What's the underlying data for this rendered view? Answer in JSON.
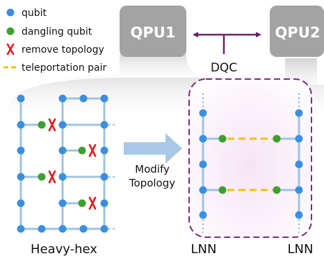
{
  "legend": {
    "qubit": "qubit",
    "dangling_qubit": "dangling qubit",
    "remove_topology": "remove topology",
    "teleportation_pair": "teleportation pair"
  },
  "qpu1": {
    "label": "QPU1"
  },
  "qpu2": {
    "label": "QPU2"
  },
  "link_label": "DQC",
  "arrow_label_line1": "Modify",
  "arrow_label_line2": "Topology",
  "heavy_hex_label": "Heavy-hex",
  "lnn_left_label": "LNN",
  "lnn_right_label": "LNN",
  "colors": {
    "qubit": "#3b8fde",
    "dangling_qubit": "#3f9f2f",
    "remove_mark": "#e31a1c",
    "teleport_line": "#f2c200",
    "coupling_line": "#9ec3e8",
    "qpu_fill": "#a3a3a3",
    "dqc_arrow": "#6b1f6b",
    "region_border": "#7a2a7a",
    "modify_arrow": "#a9c8e8"
  }
}
